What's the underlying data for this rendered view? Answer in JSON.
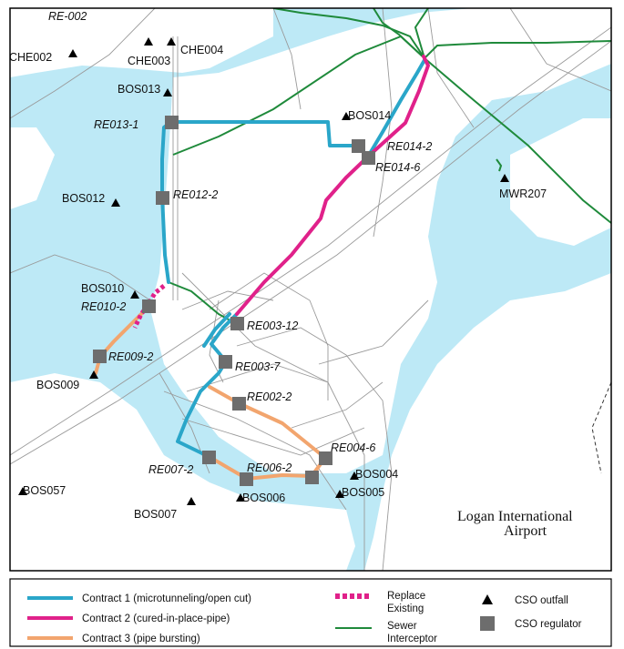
{
  "colors": {
    "water": "#bde9f6",
    "land": "#ffffff",
    "road": "#9a9a9a",
    "contract1": "#2aa6c9",
    "contract2": "#e0218a",
    "contract3": "#f2a56e",
    "sewer": "#1f8a3b",
    "regulator": "#6d6d6d",
    "outfall": "#000000"
  },
  "labels": {
    "airport_line1": "Logan International",
    "airport_line2": "Airport"
  },
  "outfalls": [
    "CHE002",
    "CHE003",
    "CHE004",
    "BOS013",
    "BOS014",
    "BOS012",
    "MWR207",
    "BOS010",
    "BOS009",
    "BOS057",
    "BOS007",
    "BOS006",
    "BOS004",
    "BOS005"
  ],
  "regulators": [
    "RE-002",
    "RE013-1",
    "RE014-2",
    "RE014-6",
    "RE012-2",
    "RE010-2",
    "RE003-12",
    "RE009-2",
    "RE003-7",
    "RE002-2",
    "RE004-6",
    "RE007-2",
    "RE006-2"
  ],
  "legend": {
    "contract1": "Contract 1 (microtunneling/open cut)",
    "contract2": "Contract 2 (cured-in-place-pipe)",
    "contract3": "Contract 3 (pipe bursting)",
    "replace_line1": "Replace",
    "replace_line2": "Existing",
    "sewer_line1": "Sewer",
    "sewer_line2": "Interceptor",
    "cso_outfall": "CSO outfall",
    "cso_regulator": "CSO regulator"
  }
}
